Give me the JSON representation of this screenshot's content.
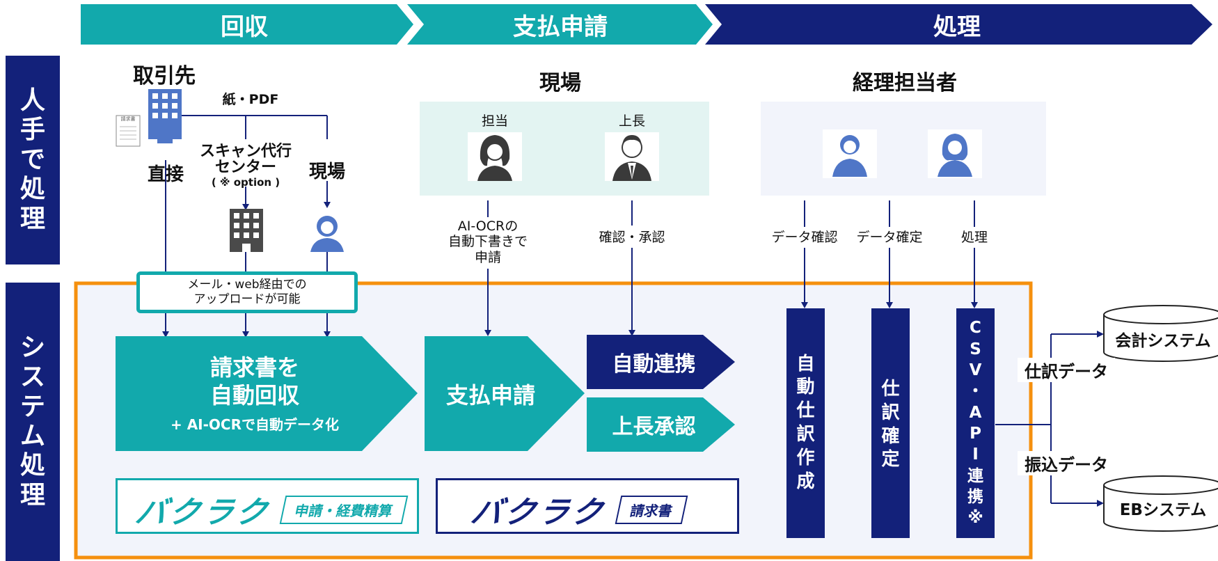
{
  "header": {
    "collect": "回収",
    "request": "支払申請",
    "process": "処理"
  },
  "sidebar": {
    "manual": [
      "人",
      "手",
      "で",
      "処",
      "理"
    ],
    "system": [
      "シ",
      "ス",
      "テ",
      "ム",
      "処",
      "理"
    ]
  },
  "manual": {
    "partner_title": "取引先",
    "paper_pdf": "紙・PDF",
    "direct": "直接",
    "scan_service_line1": "スキャン代行",
    "scan_service_line2": "センター",
    "scan_service_option": "( ※ option )",
    "field": "現場",
    "invoice_doc": "請求書",
    "field_title": "現場",
    "staff": "担当",
    "boss": "上長",
    "ocr_line1": "AI-OCRの",
    "ocr_line2": "自動下書きで",
    "ocr_line3": "申請",
    "confirm_approve": "確認・承認",
    "accounting_title": "経理担当者",
    "data_check": "データ確認",
    "data_confirm": "データ確定",
    "processing": "処理"
  },
  "system": {
    "upload_line1": "メール・web経由での",
    "upload_line2": "アップロードが可能",
    "auto_collect_line1": "請求書を",
    "auto_collect_line2": "自動回収",
    "auto_collect_sub": "+ AI-OCRで自動データ化",
    "payment_request": "支払申請",
    "auto_link": "自動連携",
    "boss_approval": "上長承認",
    "auto_journal": [
      "自",
      "動",
      "仕",
      "訳",
      "作",
      "成"
    ],
    "journal_confirm": [
      "仕",
      "訳",
      "確",
      "定"
    ],
    "csv_api": [
      "C",
      "S",
      "V",
      "・",
      "A",
      "P",
      "I",
      "連",
      "携",
      "※"
    ],
    "journal_data": "仕訳データ",
    "transfer_data": "振込データ",
    "accounting_system": "会計システム",
    "eb_system": "EBシステム",
    "logo_expense": {
      "word": "バクラク",
      "tag": "申請・経費精算"
    },
    "logo_invoice": {
      "word": "バクラク",
      "tag": "請求書"
    }
  },
  "colors": {
    "teal": "#12a9ac",
    "navy": "#13217a",
    "orange": "#f5900e",
    "panel": "#f2f4fb",
    "field_panel": "#e3f4f2",
    "avatar_blue": "#4f76c7"
  }
}
